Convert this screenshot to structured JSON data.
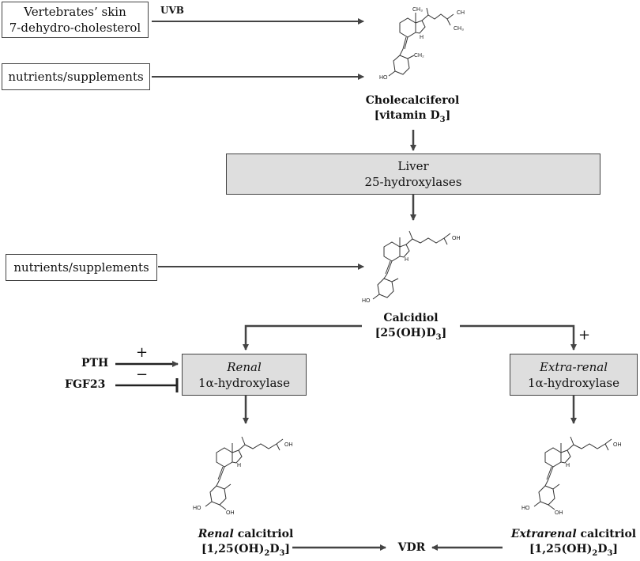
{
  "sources": {
    "skin_line1": "Vertebrates’ skin",
    "skin_line2": "7-dehydro-cholesterol",
    "uvb": "UVB",
    "nutrients1": "nutrients/supplements",
    "nutrients2": "nutrients/supplements"
  },
  "cholecalciferol": {
    "name": "Cholecalciferol",
    "sub_open": "[vitamin D",
    "sub_num": "3",
    "sub_close": "]"
  },
  "liver": {
    "line1": "Liver",
    "line2": "25-hydroxylases"
  },
  "calcidiol": {
    "name": "Calcidiol",
    "sub_open": "[25(OH)D",
    "sub_num": "3",
    "sub_close": "]"
  },
  "renal_enzyme": {
    "italic": "Renal",
    "line2": "1α-hydroxylase"
  },
  "extra_enzyme": {
    "italic": "Extra-renal",
    "line2": "1α-hydroxylase"
  },
  "regulators": {
    "pth": "PTH",
    "pth_sign": "+",
    "fgf": "FGF23",
    "fgf_sign": "−",
    "extra_sign": "+"
  },
  "renal_calcitriol": {
    "italic": "Renal",
    "rest": " calcitriol",
    "f1": "[1,25(OH)",
    "n1": "2",
    "f2": "D",
    "n2": "3",
    "f3": "]"
  },
  "extra_calcitriol": {
    "italic": "Extrarenal",
    "rest": " calcitriol",
    "f1": "[1,25(OH)",
    "n1": "2",
    "f2": "D",
    "n2": "3",
    "f3": "]"
  },
  "vdr": "VDR",
  "structure_labels": {
    "ho": "HO",
    "h": "H",
    "ch2": "CH₂",
    "ch3": "CH₃",
    "oh": "OH"
  }
}
